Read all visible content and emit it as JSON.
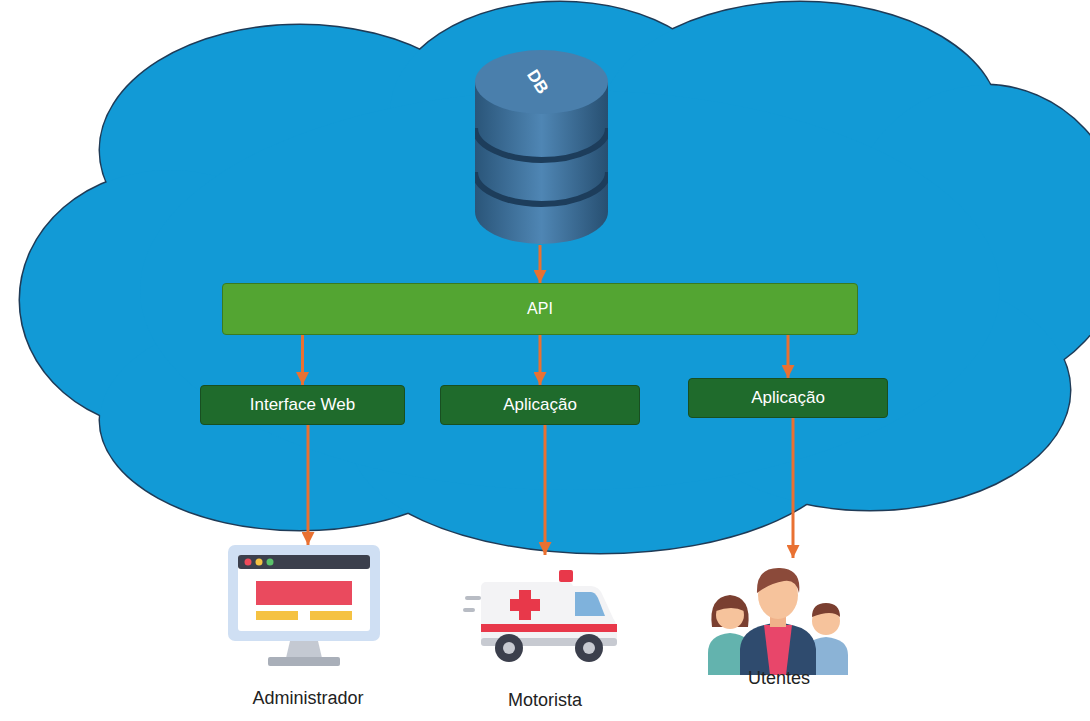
{
  "diagram": {
    "nodes": [
      {
        "text": [
          "DB"
        ]
      },
      {
        "text": [
          "API"
        ]
      },
      {
        "text": [
          "Interface Web"
        ]
      },
      {
        "text": [
          "Aplicação"
        ]
      },
      {
        "text": [
          "Aplicação"
        ]
      },
      {
        "text": [
          "Administrador"
        ]
      },
      {
        "text": [
          "Motorista"
        ]
      },
      {
        "text": [
          "Utentes"
        ]
      }
    ],
    "edges": [
      {
        "from": 0,
        "to": 1,
        "arrow": "to"
      },
      {
        "from": 1,
        "to": 2,
        "arrow": "to"
      },
      {
        "from": 1,
        "to": 3,
        "arrow": "to"
      },
      {
        "from": 1,
        "to": 4,
        "arrow": "to"
      },
      {
        "from": 2,
        "to": 5,
        "arrow": "to"
      },
      {
        "from": 3,
        "to": 6,
        "arrow": "to"
      },
      {
        "from": 4,
        "to": 7,
        "arrow": "to"
      }
    ]
  }
}
